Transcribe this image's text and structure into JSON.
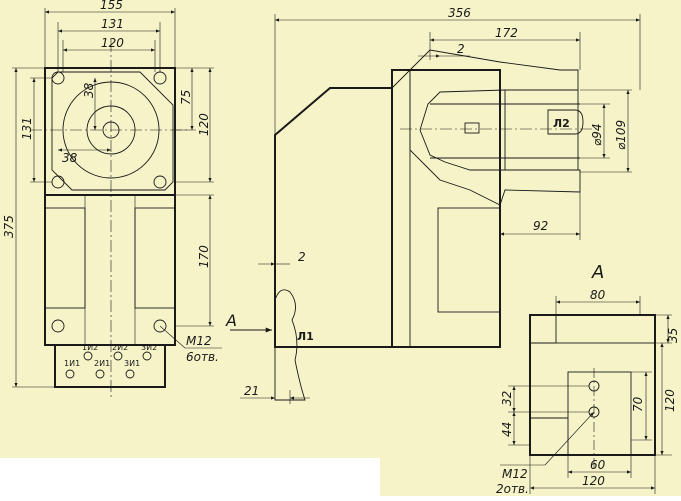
{
  "colors": {
    "paper": "#f6f3c8",
    "ink": "#1a1a1a",
    "white_area": "#ffffff"
  },
  "left_view": {
    "dims": {
      "top_155": "155",
      "top_131": "131",
      "top_120": "120",
      "right_75": "75",
      "right_120": "120",
      "right_170": "170",
      "left_375": "375",
      "left_131": "131",
      "inner_38_h": "38",
      "inner_38_v": "38"
    },
    "holes_note": [
      "M12",
      "6отв."
    ],
    "terminals": [
      "1И2",
      "2И2",
      "3И2",
      "1И1",
      "2И1",
      "3И1"
    ]
  },
  "side_view": {
    "dims": {
      "top_356": "356",
      "top_172": "172",
      "top_2": "2",
      "dia_94": "⌀94",
      "dia_109": "⌀109",
      "right_92": "92",
      "bottom_2": "2",
      "bottom_21": "21"
    },
    "label_L2": "Л2",
    "label_L1": "Л1",
    "arrow_A": "A"
  },
  "view_A": {
    "title": "A",
    "dims": {
      "top_80": "80",
      "right_35": "35",
      "right_120": "120",
      "right_70": "70",
      "left_32": "32",
      "left_44": "44",
      "bottom_60": "60",
      "bottom_120": "120"
    },
    "holes_note": [
      "M12",
      "2отв."
    ]
  }
}
